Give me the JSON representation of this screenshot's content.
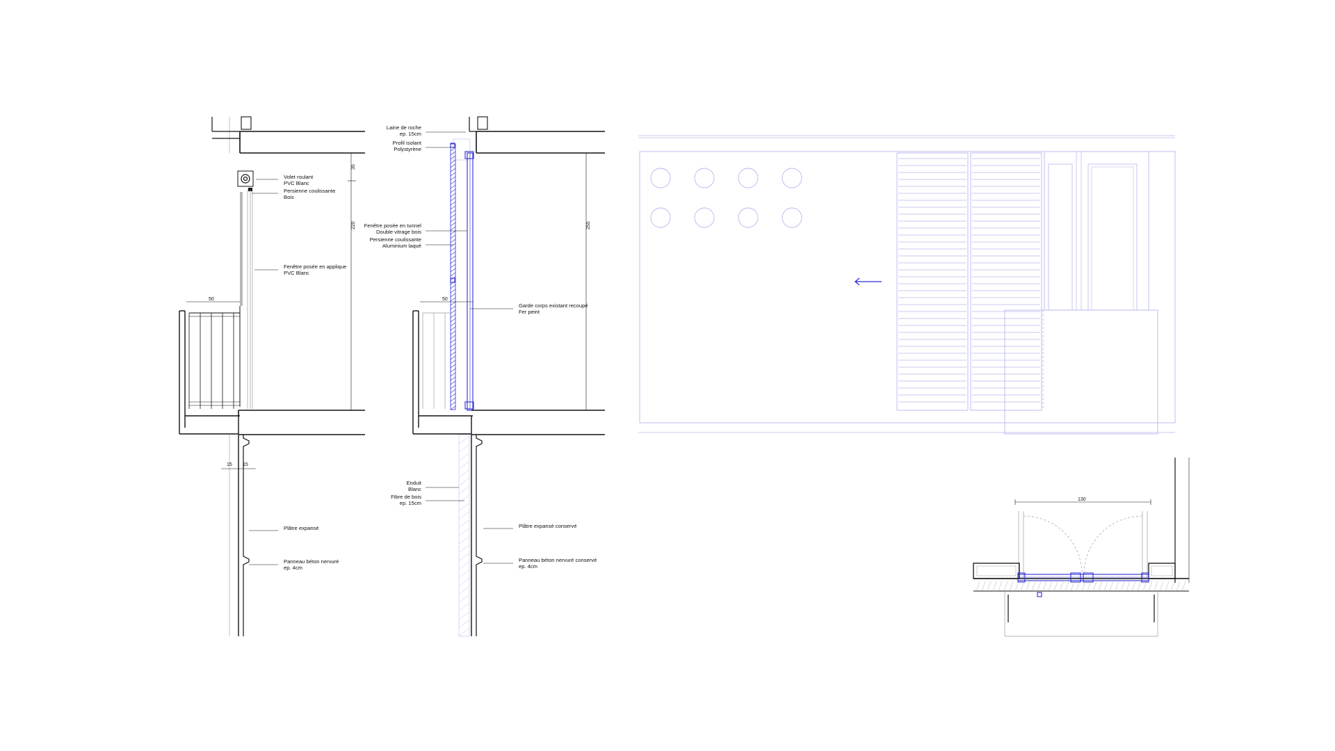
{
  "colors": {
    "background": "#ffffff",
    "ink": "#111111",
    "new_work_blue": "#2b2bd6",
    "elevation_light_blue": "#b7b7ee",
    "gray": "#9a9a9a"
  },
  "section_existing": {
    "labels": {
      "volet_roulant": [
        "Volet roulant",
        "PVC Blanc"
      ],
      "persienne_bois": [
        "Persienne coulissante",
        "Bois"
      ],
      "fenetre_applique": [
        "Fenêtre posée en applique",
        "PVC Blanc"
      ],
      "platre": [
        "Plâtre expansé"
      ],
      "panneau_beton": [
        "Panneau béton nervuré",
        "ep. 4cm"
      ]
    },
    "dimensions": {
      "height_top": "35",
      "height_main": "220",
      "balcony": "50",
      "wall_left": "15",
      "wall_right": "15"
    }
  },
  "section_proposed": {
    "labels": {
      "laine": [
        "Laine de roche",
        "ep. 15cm"
      ],
      "profil": [
        "Profil isolant",
        "Polystyrène"
      ],
      "fenetre_tunnel": [
        "Fenêtre posée en tunnel",
        "Double vitrage bois",
        "Persienne coulissante",
        "Aluminium laqué"
      ],
      "garde_corps": [
        "Garde corps existant recoupé",
        "Fer peint"
      ],
      "enduit": [
        "Enduit",
        "Blanc",
        "Fibre de bois",
        "ep. 15cm"
      ],
      "platre": [
        "Plâtre expansé conservé"
      ],
      "panneau_beton": [
        "Panneau béton nervuré conservé",
        "ep. 4cm"
      ]
    },
    "dimensions": {
      "height_main": "255",
      "balcony": "50"
    }
  },
  "elevation": {
    "louver_slat_count": 36,
    "circle_count": 8,
    "arrow_icon": "arrow-left-icon"
  },
  "plan": {
    "dimensions": {
      "width": "130"
    }
  }
}
